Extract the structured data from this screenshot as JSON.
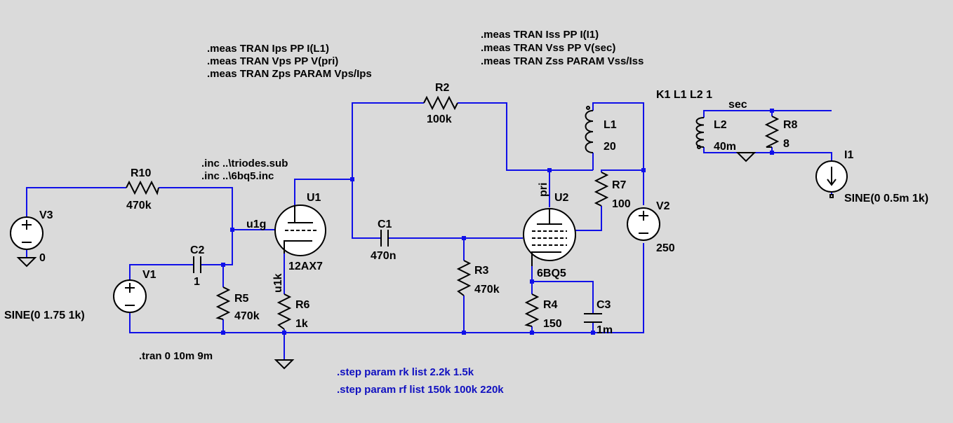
{
  "directives": {
    "meas_primary": [
      ".meas TRAN Ips PP I(L1)",
      ".meas TRAN Vps PP V(pri)",
      ".meas TRAN Zps PARAM Vps/Ips"
    ],
    "meas_secondary": [
      ".meas TRAN Iss PP I(I1)",
      ".meas TRAN Vss PP V(sec)",
      ".meas TRAN Zss PARAM Vss/Iss"
    ],
    "inc": [
      ".inc ..\\triodes.sub",
      ".inc ..\\6bq5.inc"
    ],
    "tran": ".tran 0 10m 9m",
    "step": [
      ".step param rk list 2.2k 1.5k",
      ".step param rf list 150k 100k 220k"
    ],
    "coupling": "K1 L1 L2 1"
  },
  "components": {
    "R10": {
      "name": "R10",
      "value": "470k"
    },
    "R2": {
      "name": "R2",
      "value": "100k"
    },
    "R3": {
      "name": "R3",
      "value": "470k"
    },
    "R4": {
      "name": "R4",
      "value": "150"
    },
    "R5": {
      "name": "R5",
      "value": "470k"
    },
    "R6": {
      "name": "R6",
      "value": "1k"
    },
    "R7": {
      "name": "R7",
      "value": "100"
    },
    "R8": {
      "name": "R8",
      "value": "8"
    },
    "C1": {
      "name": "C1",
      "value": "470n"
    },
    "C2": {
      "name": "C2",
      "value": "1"
    },
    "C3": {
      "name": "C3",
      "value": "1m"
    },
    "L1": {
      "name": "L1",
      "value": "20"
    },
    "L2": {
      "name": "L2",
      "value": "40m"
    },
    "V1": {
      "name": "V1",
      "value": "SINE(0 1.75 1k)"
    },
    "V2": {
      "name": "V2",
      "value": "250"
    },
    "V3": {
      "name": "V3",
      "value": "0"
    },
    "I1": {
      "name": "I1",
      "value": "SINE(0 0.5m 1k)"
    },
    "U1": {
      "name": "U1",
      "value": "12AX7"
    },
    "U2": {
      "name": "U2",
      "value": "6BQ5"
    }
  },
  "nets": {
    "u1g": "u1g",
    "u1k": "u1k",
    "pri": "pri",
    "sec": "sec"
  }
}
